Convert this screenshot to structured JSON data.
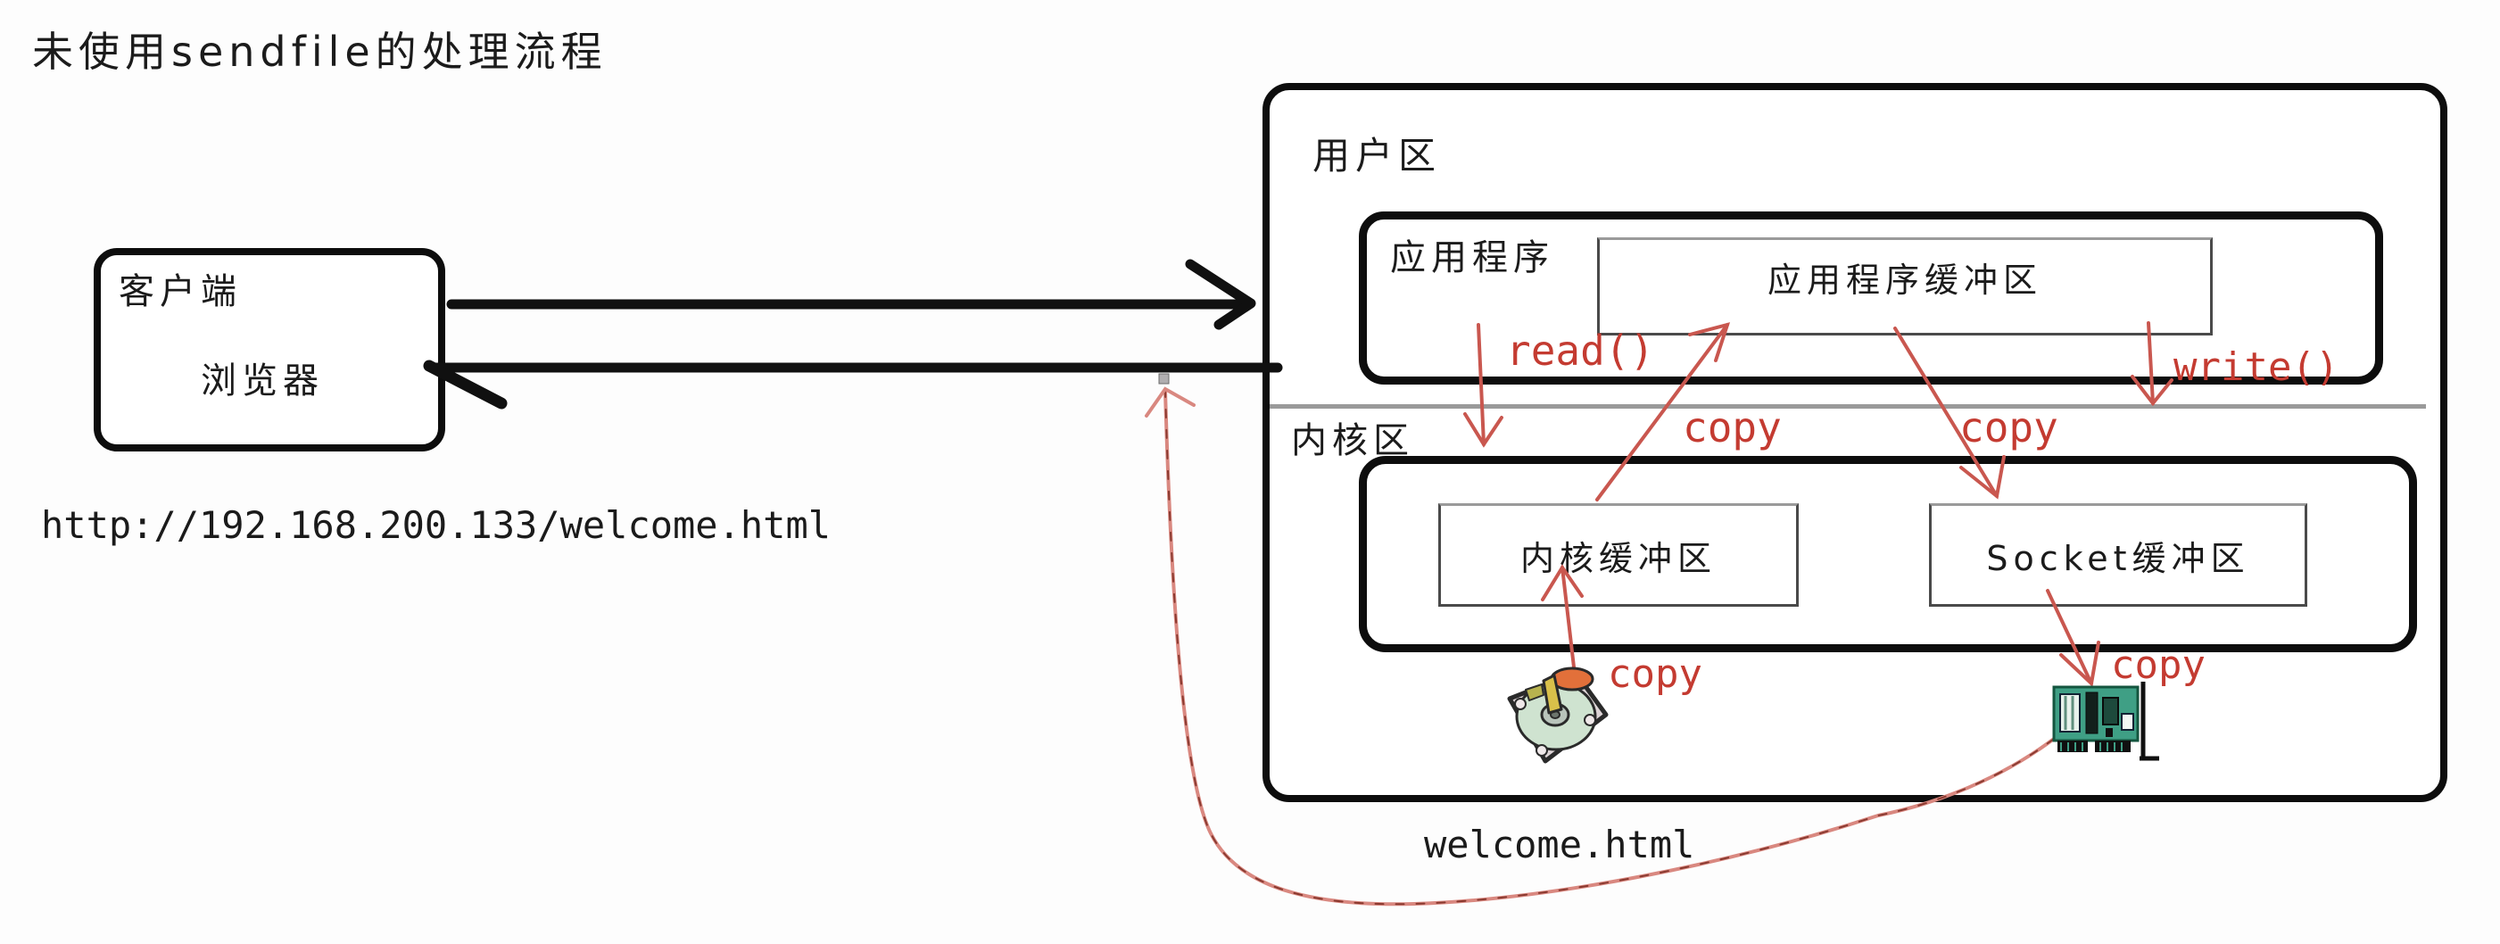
{
  "title": "未使用sendfile的处理流程",
  "client": {
    "box_label": "客户端",
    "browser_label": "浏览器"
  },
  "request_url": "http://192.168.200.133/welcome.html",
  "server": {
    "user_zone_label": "用户区",
    "app_box_label": "应用程序",
    "app_buffer_label": "应用程序缓冲区",
    "kernel_zone_label": "内核区",
    "kernel_buffer_label": "内核缓冲区",
    "socket_buffer_label": "Socket缓冲区"
  },
  "labels": {
    "read": "read()",
    "write": "write()",
    "copy": "copy",
    "file": "welcome.html"
  },
  "colors": {
    "red_text": "#c43b31",
    "red_line": "#c9574f",
    "red_curve": "#d98880",
    "red_curve_dash": "#8a3a30",
    "black": "#101010",
    "divider": "#9a9a9a",
    "tip_square": "#b0aeb0"
  }
}
